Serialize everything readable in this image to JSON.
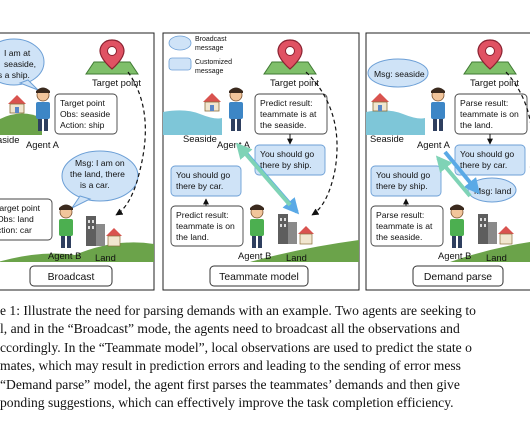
{
  "panels": {
    "broadcast": {
      "speech_agent_a": [
        "I am at",
        "seaside,",
        "is a ship."
      ],
      "target_point": "Target point",
      "seaside": "aside",
      "agent_a": "Agent A",
      "obs_box": [
        "Target point",
        "Obs:  seaside",
        "Action:  ship"
      ],
      "speech_agent_b": [
        "Msg: I am on",
        "the land, there",
        "is a car."
      ],
      "obs_box_b": [
        "target point",
        "Obs:  land",
        "ction:  car"
      ],
      "agent_b": "Agent B",
      "land": "Land",
      "title": "Broadcast"
    },
    "teammate": {
      "legend_broadcast": [
        "Broadcast",
        "message"
      ],
      "legend_customized": [
        "Customized",
        "message"
      ],
      "target_point": "Target point",
      "seaside": "Seaside",
      "agent_a": "Agent A",
      "predict_a": [
        "Predict result:",
        "teammate is at",
        "the seaside."
      ],
      "suggest_ship": [
        "You should go",
        "there by ship."
      ],
      "suggest_car": [
        "You should go",
        "there by car."
      ],
      "predict_b": [
        "Predict result:",
        "teammate is on",
        "the land."
      ],
      "agent_b": "Agent B",
      "land": "Land",
      "title": "Teammate model"
    },
    "demand": {
      "msg_seaside": "Msg: seaside",
      "target_point": "Target point",
      "seaside": "Seaside",
      "agent_a": "Agent A",
      "parse_a": [
        "Parse result:",
        "teammate is on",
        "the land."
      ],
      "suggest_car": [
        "You should go",
        "there by car."
      ],
      "msg_land": "Msg: land",
      "suggest_ship": [
        "You should go",
        "there by ship."
      ],
      "parse_b": [
        "Parse result:",
        "teammate is at",
        "the seaside."
      ],
      "agent_b": "Agent B",
      "land": "Land",
      "title": "Demand parse"
    }
  },
  "caption": [
    "e 1: Illustrate the need for parsing demands with an example. Two agents are seeking to",
    "l, and in the “Broadcast” mode, the agents need to broadcast all the observations and",
    "ccordingly. In the “Teammate model”, local observations are used to predict the state o",
    "mates, which may result in prediction errors and leading to the sending of error mess",
    "“Demand parse” model, the agent first parses the teammates’ demands and then give",
    "ponding suggestions, which can effectively improve the task completion efficiency."
  ],
  "colors": {
    "bubble_fill": "#cfe3f7",
    "bubble_stroke": "#6c9fd6",
    "pin": "#e05263",
    "sea": "#7ec6d8",
    "grass": "#6ba34a",
    "shirt_a": "#3d86c6",
    "shirt_b": "#4caf50",
    "arrow_blue": "#5aa9e6",
    "arrow_green": "#7fd3b6"
  }
}
